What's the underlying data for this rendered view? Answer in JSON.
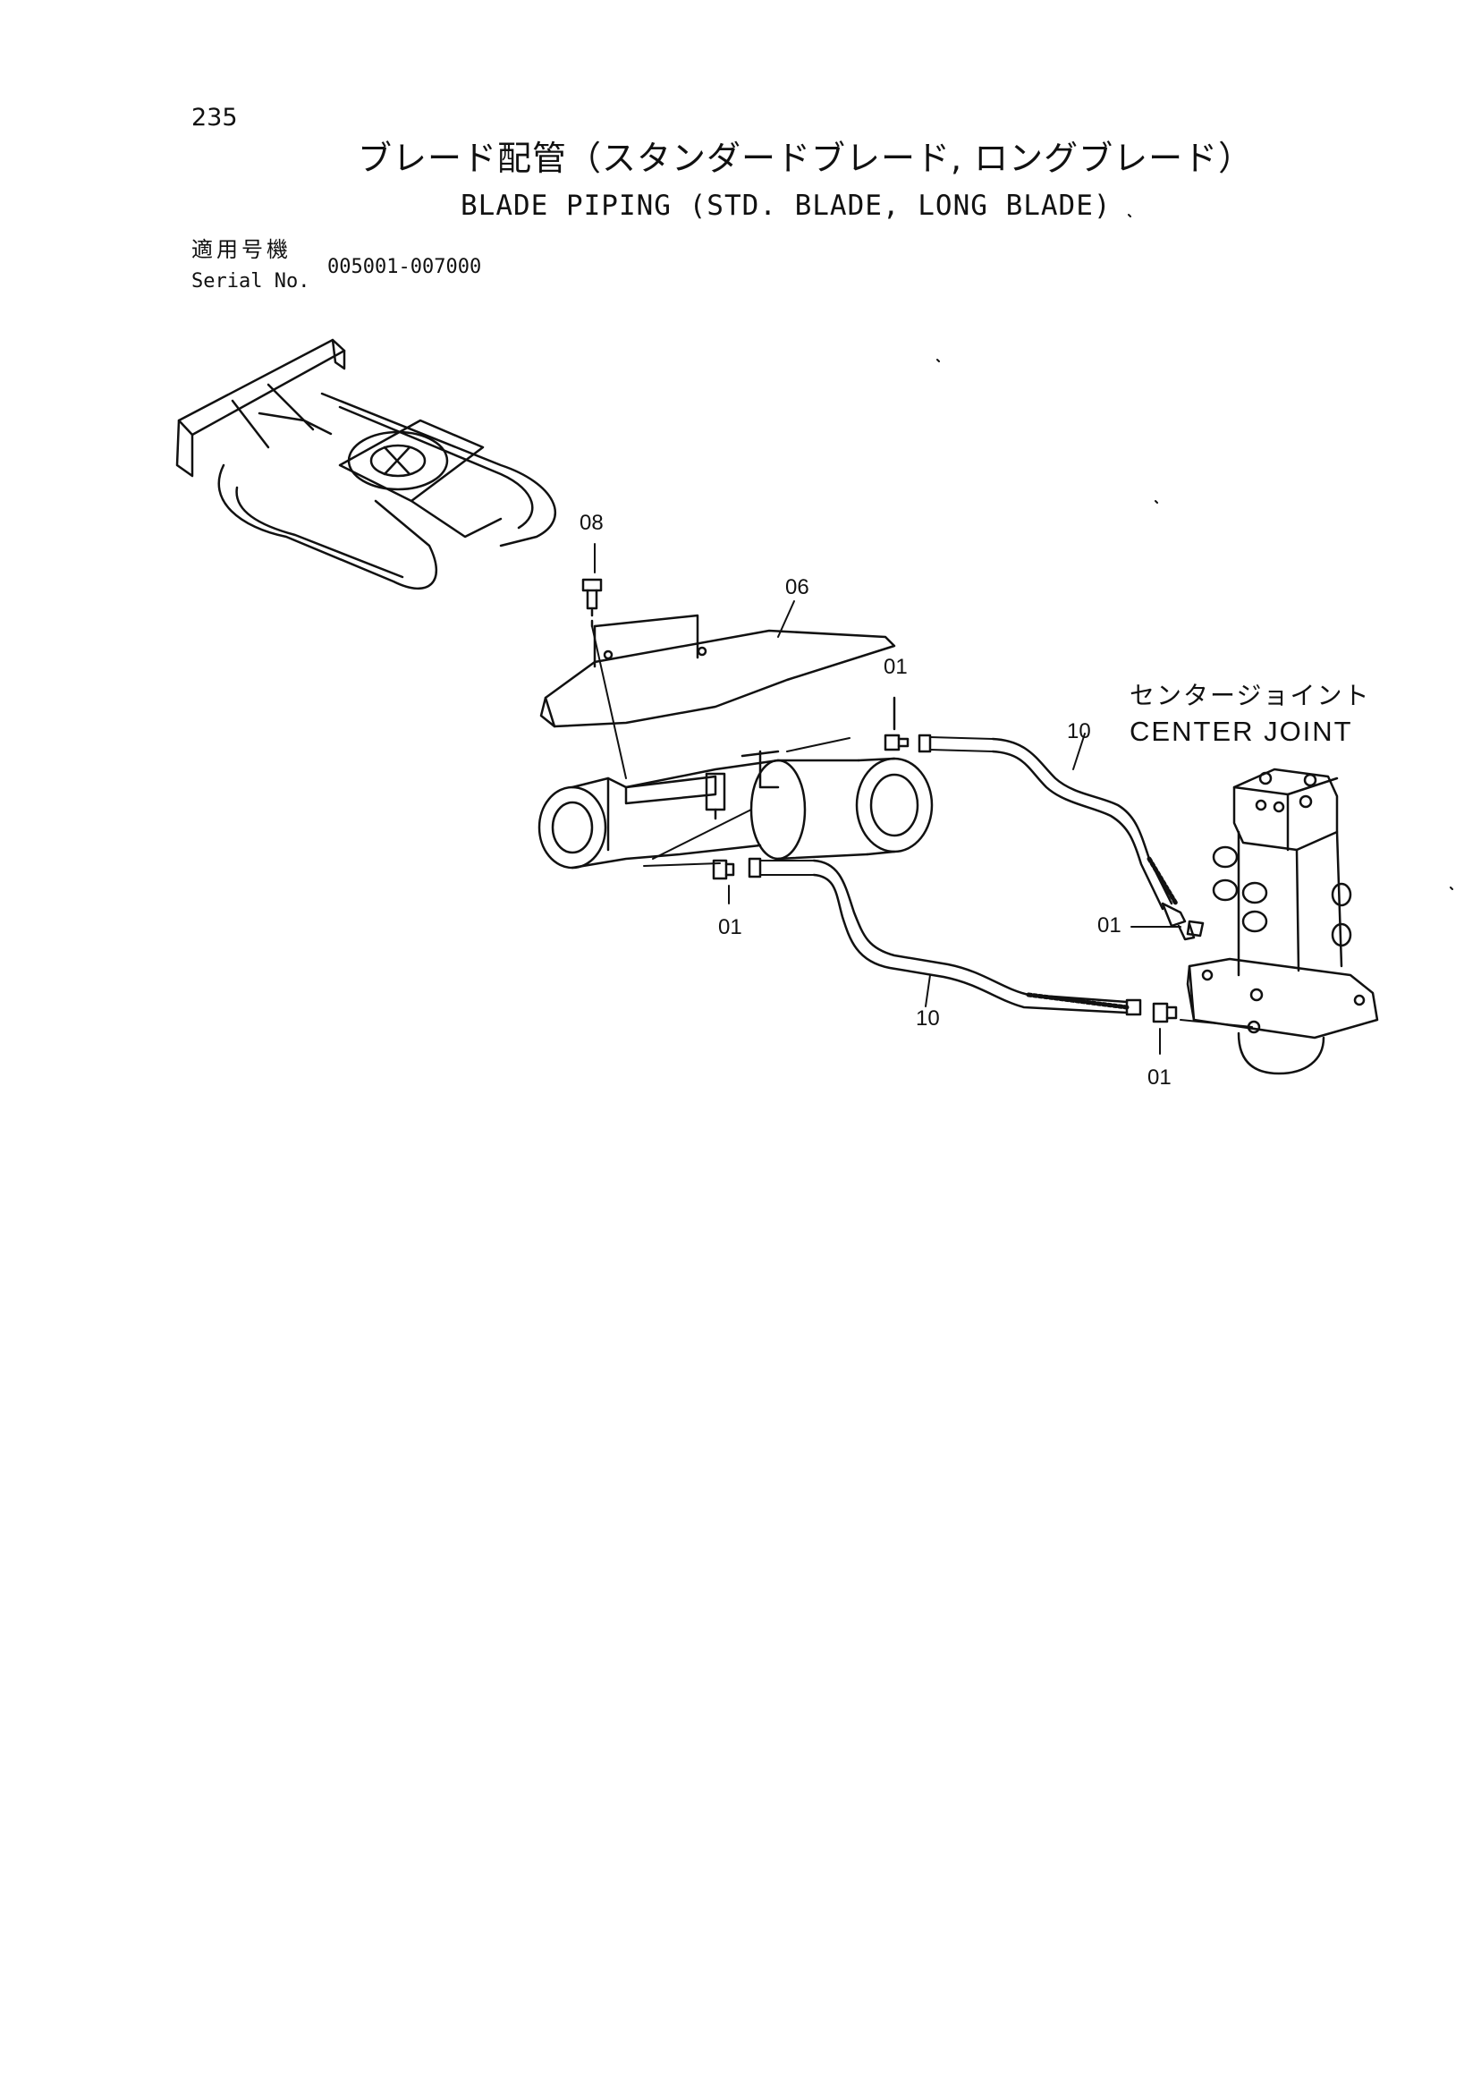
{
  "page_number": "235",
  "title_jp": "ブレード配管（スタンダードブレード, ロングブレード）",
  "title_en": "BLADE PIPING (STD. BLADE, LONG BLADE)",
  "serial": {
    "label_jp": "適用号機",
    "label_en": "Serial No.",
    "value": "005001-007000"
  },
  "callouts": {
    "bolt": "08",
    "cover": "06",
    "adapter_upper": "01",
    "hose_upper": "10",
    "adapter_lower_left": "01",
    "hose_lower": "10",
    "adapter_right": "01",
    "adapter_bottom": "01"
  },
  "center_joint": {
    "label_jp": "センタージョイント",
    "label_en": "CENTER JOINT"
  }
}
